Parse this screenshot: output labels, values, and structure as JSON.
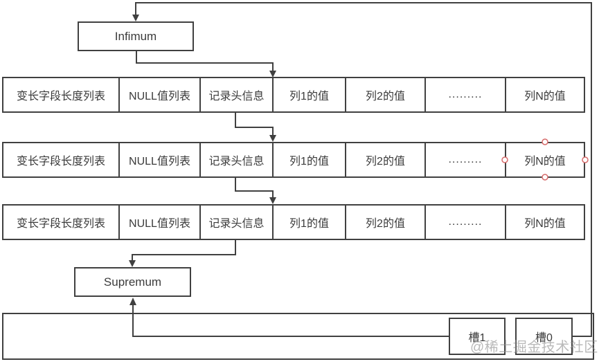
{
  "diagram": {
    "infimum_label": "Infimum",
    "supremum_label": "Supremum",
    "record_fields": [
      "变长字段长度列表",
      "NULL值列表",
      "记录头信息",
      "列1的值",
      "列2的值",
      ".........",
      "列N的值"
    ],
    "record_row_count": 3,
    "slots": {
      "slot1_label": "槽1",
      "slot0_label": "槽0"
    },
    "watermark_text": "@稀土掘金技术社区",
    "colors": {
      "line": "#404040",
      "text": "#3b3b3b",
      "selection_handle_stroke": "#d66a6a",
      "selection_handle_fill": "#ffffff",
      "watermark": "#8f8f8f",
      "background": "#ffffff"
    }
  }
}
